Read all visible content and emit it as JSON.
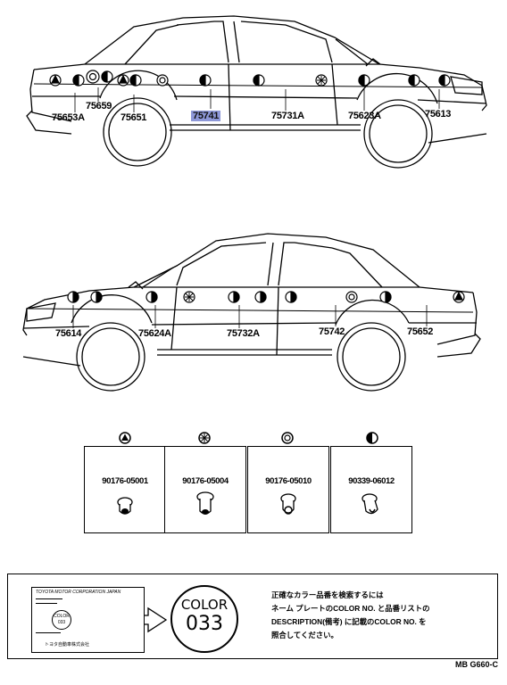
{
  "upper_car": {
    "labels": [
      "75653A",
      "75659",
      "75651",
      "75741",
      "75731A",
      "75623A",
      "75613"
    ],
    "highlighted": "75741"
  },
  "lower_car": {
    "labels": [
      "75614",
      "75624A",
      "75732A",
      "75742",
      "75652"
    ]
  },
  "clips": [
    {
      "symbol": "clip-type-a-icon",
      "code": "90176-05001"
    },
    {
      "symbol": "clip-type-b-icon",
      "code": "90176-05004"
    },
    {
      "symbol": "clip-type-c-icon",
      "code": "90176-05010"
    },
    {
      "symbol": "clip-type-d-icon",
      "code": "90339-06012"
    }
  ],
  "color_note": {
    "plate_title": "TOYOTA MOTOR CORPORATION JAPAN",
    "plate_color": "COLOR 033",
    "plate_maker": "トヨタ自動車株式会社",
    "circle_word": "COLOR",
    "circle_number": "033",
    "lines": [
      "正確なカラー品番を検索するには",
      "ネーム プレートのCOLOR NO. と品番リストの",
      "DESCRIPTION(備考) に記載のCOLOR NO. を",
      "照合してください。"
    ]
  },
  "footer": "MB G660-C",
  "colors": {
    "highlight": "#8e98d8",
    "ink": "#000000"
  }
}
